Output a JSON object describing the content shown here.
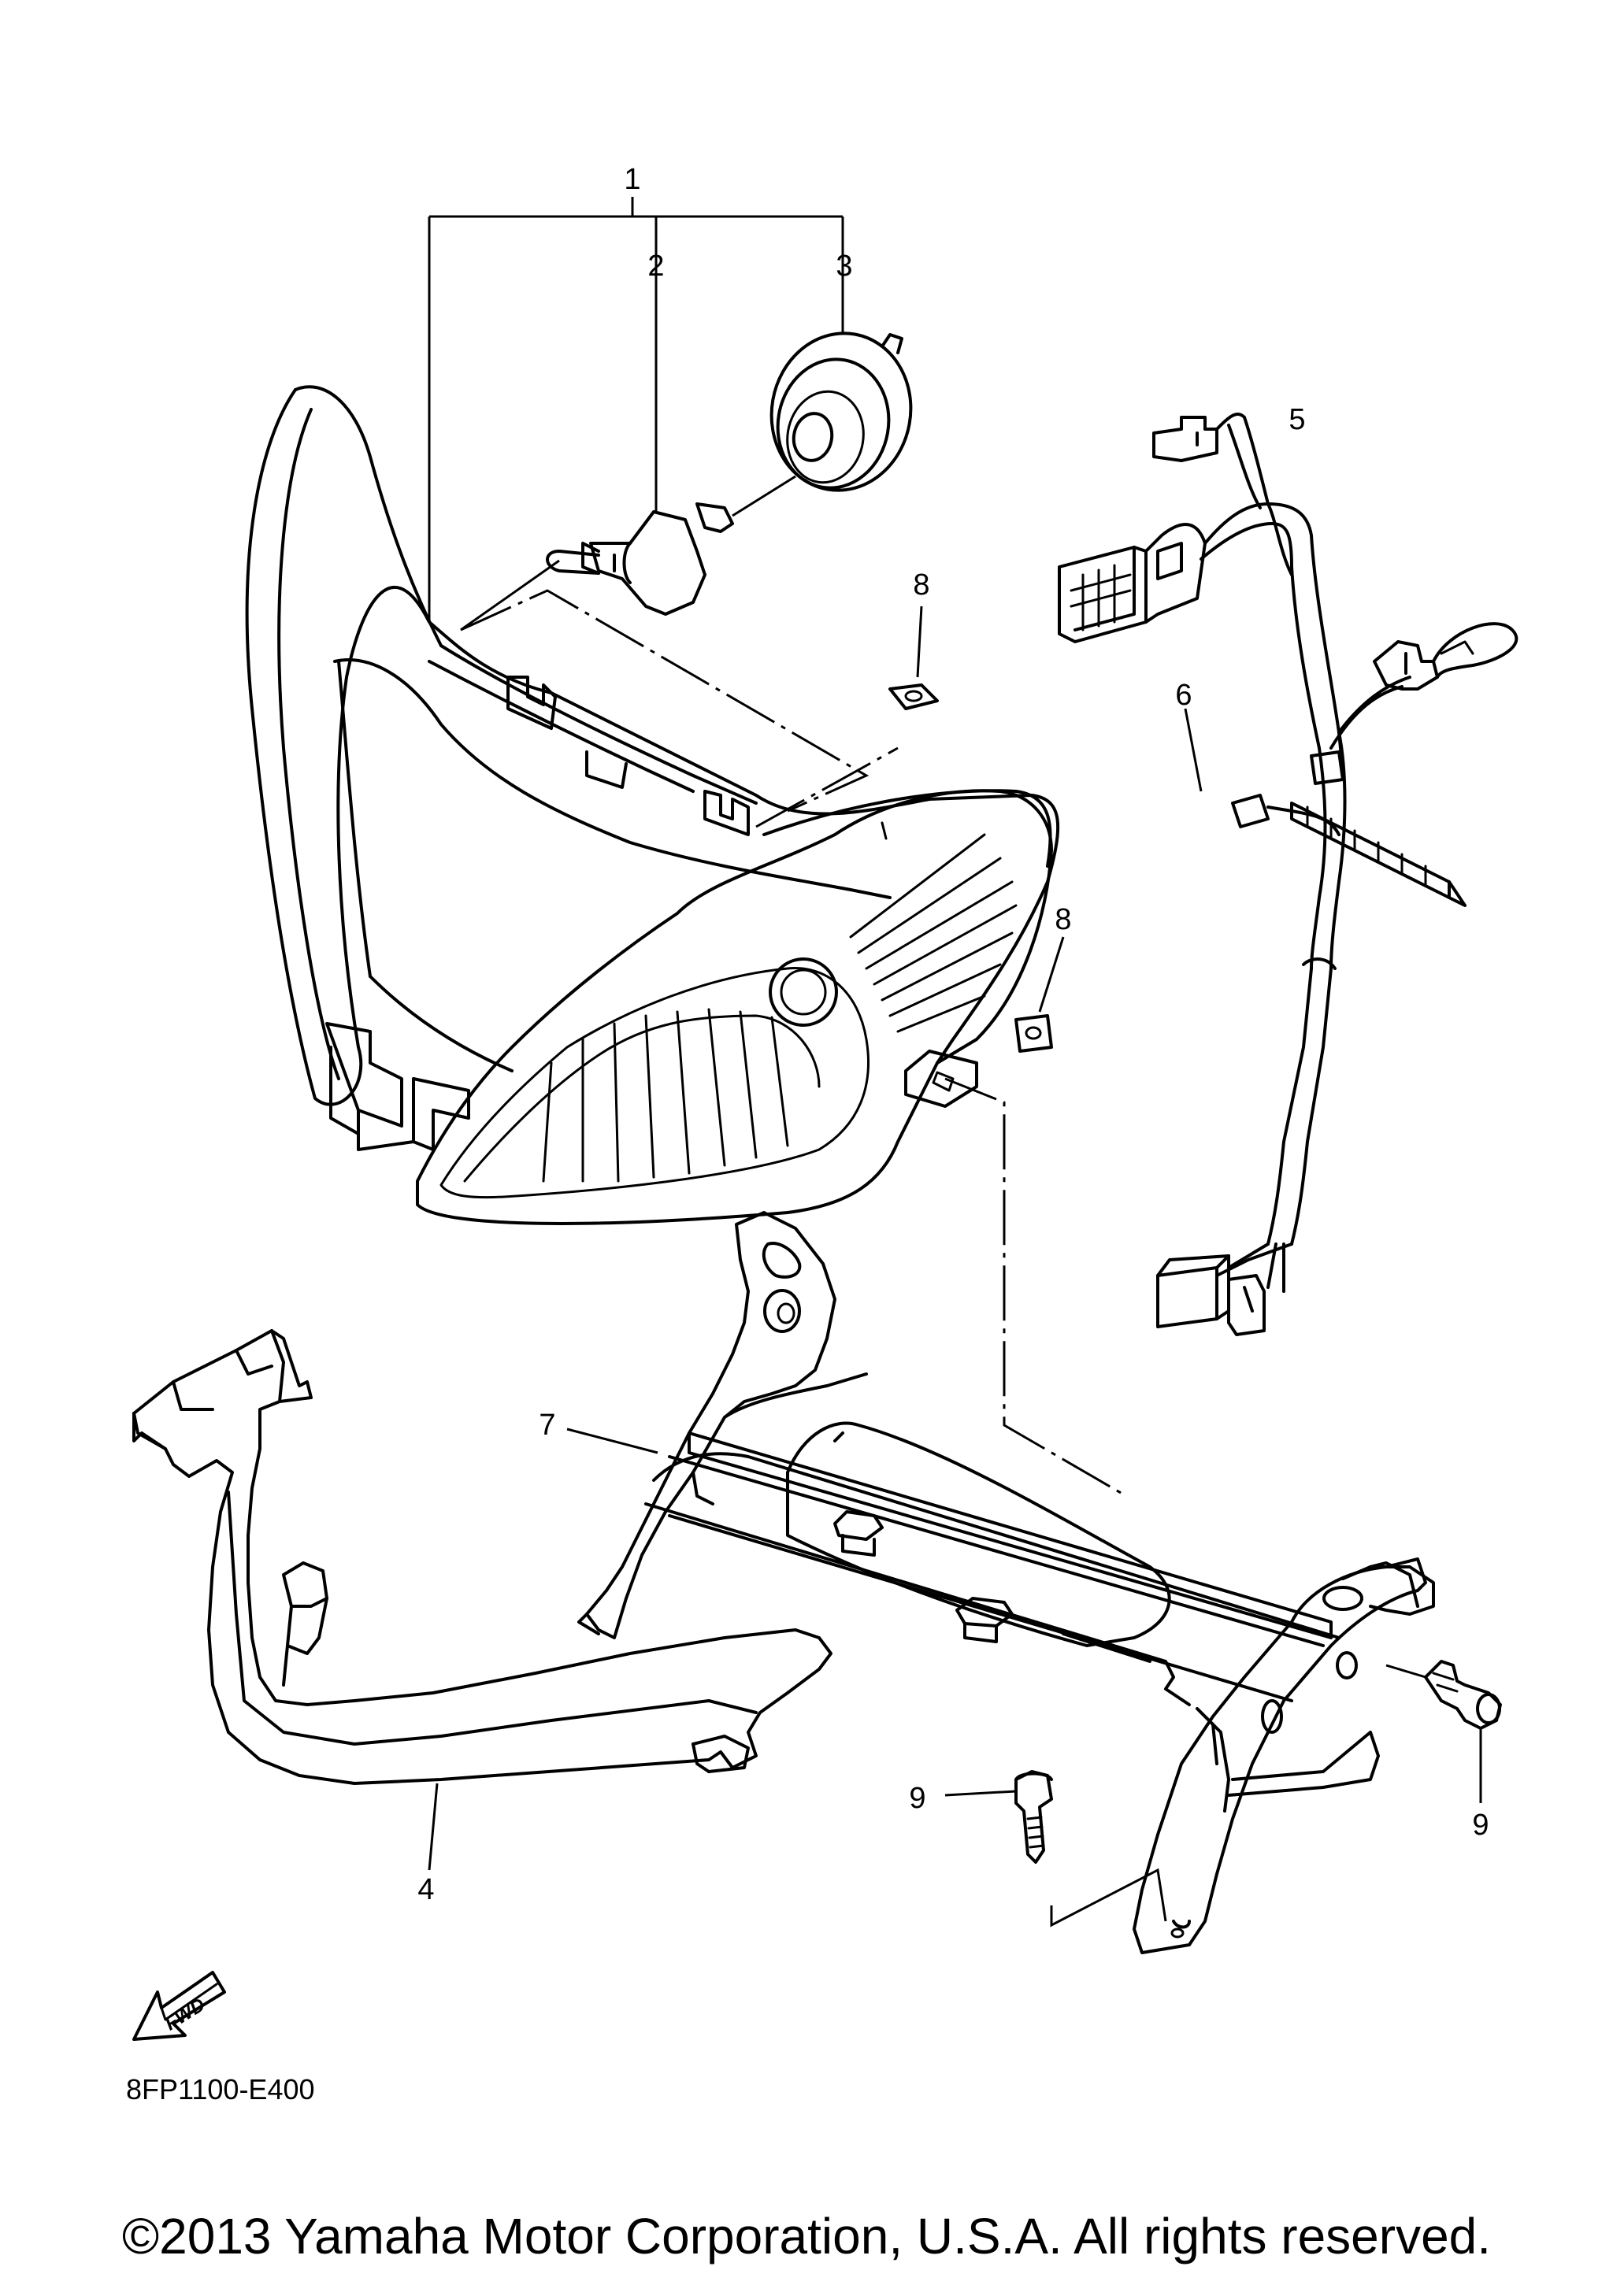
{
  "callouts": {
    "c1": "1",
    "c2": "2",
    "c3": "3",
    "c4": "4",
    "c5": "5",
    "c6": "6",
    "c7": "7",
    "c8a": "8",
    "c8b": "8",
    "c9a": "9",
    "c9b": "9"
  },
  "fwd_label": "FWD",
  "diagram_code": "8FP1100-E400",
  "copyright": "©2013 Yamaha Motor Corporation, U.S.A. All rights reserved."
}
